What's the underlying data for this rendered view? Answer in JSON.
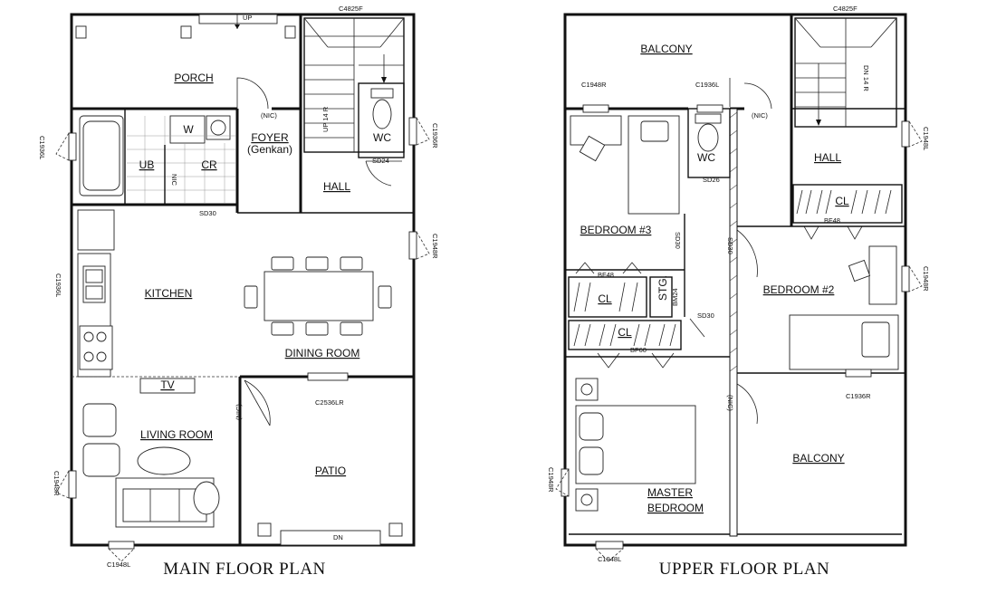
{
  "titles": {
    "main": "MAIN FLOOR PLAN",
    "upper": "UPPER FLOOR PLAN"
  },
  "main_floor": {
    "rooms": {
      "porch": "PORCH",
      "foyer": "FOYER",
      "foyer_sub": "(Genkan)",
      "ub": "UB",
      "cr": "CR",
      "w": "W",
      "wc": "WC",
      "hall": "HALL",
      "kitchen": "KITCHEN",
      "dining": "DINING ROOM",
      "tv": "TV",
      "living": "LIVING ROOM",
      "patio": "PATIO"
    },
    "tags": {
      "up_porch": "UP",
      "c4825f": "C4825F",
      "nic_foyer": "(NIC)",
      "up14r": "UP 14 R",
      "sd24": "SD24",
      "c1936r": "C1936R",
      "c1936l_ub": "C1936L",
      "nic_ub": "NIC",
      "sd30": "SD30",
      "c1948r_dining": "C1948R",
      "c1936l_kitchen": "C1936L",
      "c2536lr": "C2536LR",
      "nic_living": "(NIC)",
      "c1948r_living": "C1948R",
      "dn_patio": "DN",
      "c1948l": "C1948L"
    }
  },
  "upper_floor": {
    "rooms": {
      "balcony_top": "BALCONY",
      "hall": "HALL",
      "cl_hall": "CL",
      "wc": "WC",
      "bedroom3": "BEDROOM #3",
      "cl1": "CL",
      "cl2": "CL",
      "stg": "STG.",
      "bedroom2": "BEDROOM #2",
      "master1": "MASTER",
      "master2": "BEDROOM",
      "balcony_bottom": "BALCONY"
    },
    "tags": {
      "c4825f": "C4825F",
      "c1948r_top": "C1948R",
      "c1936l": "C1936L",
      "nic_hall": "(NIC)",
      "dn14r": "DN 14 R",
      "sd26": "SD26",
      "bf48_hall": "BF48",
      "c1948l_right": "C1948L",
      "sd30_a": "SD30",
      "sd30_b": "SD30",
      "sd30_c": "SD30",
      "bf48_b3": "BF48",
      "bm24": "BM24",
      "bf60": "BF60",
      "c1948r_b2": "C1948R",
      "c1936r": "C1936R",
      "nic_balcony": "(NIC)",
      "c1948r_master": "C1948R",
      "c1948l_master": "C1948L"
    }
  }
}
